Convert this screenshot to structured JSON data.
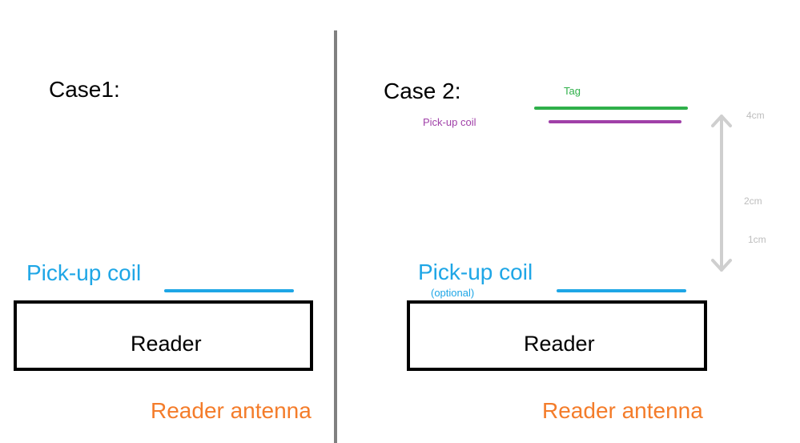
{
  "colors": {
    "coil": "#1ea6e6",
    "antenna": "#f47c2a",
    "tag": "#2fb04a",
    "secondary_coil": "#a040a8",
    "divider": "#808080",
    "arrow": "#cfcfcf"
  },
  "case1": {
    "title": "Case1:",
    "pickup_coil_label": "Pick-up coil",
    "reader_label": "Reader",
    "antenna_label": "Reader antenna"
  },
  "case2": {
    "title": "Case 2:",
    "tag_label": "Tag",
    "secondary_coil_label": "Pick-up coil",
    "pickup_coil_label": "Pick-up coil",
    "optional_label": "(optional)",
    "reader_label": "Reader",
    "antenna_label": "Reader antenna",
    "distance_labels": [
      "4cm",
      "2cm",
      "1cm"
    ]
  }
}
